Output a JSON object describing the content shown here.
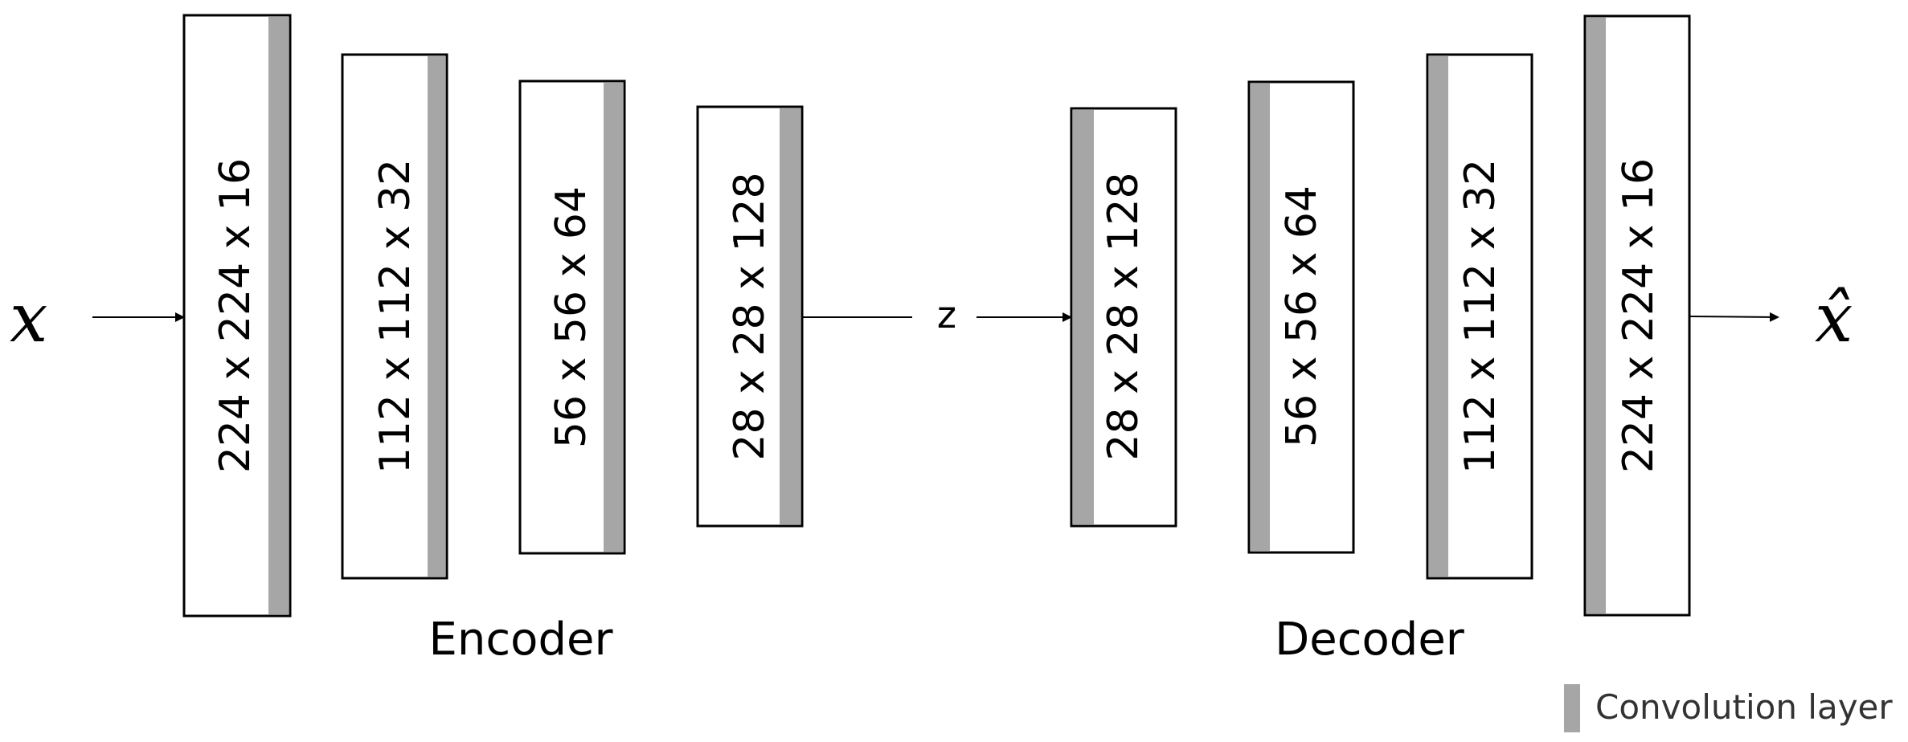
{
  "colors": {
    "block_border": "#000000",
    "conv_layer": "#a6a6a6",
    "connector": "#000000",
    "legend_text": "#333333"
  },
  "input": {
    "symbol": "x"
  },
  "output": {
    "symbol": "x̂"
  },
  "latent": {
    "label": "z"
  },
  "encoder": {
    "label": "Encoder",
    "blocks": [
      {
        "label": "224 x 224 x 16"
      },
      {
        "label": "112 x 112 x 32"
      },
      {
        "label": "56 x 56 x 64"
      },
      {
        "label": "28 x 28 x 128"
      }
    ]
  },
  "decoder": {
    "label": "Decoder",
    "blocks": [
      {
        "label": "28 x 28 x 128"
      },
      {
        "label": "56 x 56 x 64"
      },
      {
        "label": "112 x 112 x 32"
      },
      {
        "label": "224 x 224 x 16"
      }
    ]
  },
  "legend": {
    "label": "Convolution layer"
  }
}
